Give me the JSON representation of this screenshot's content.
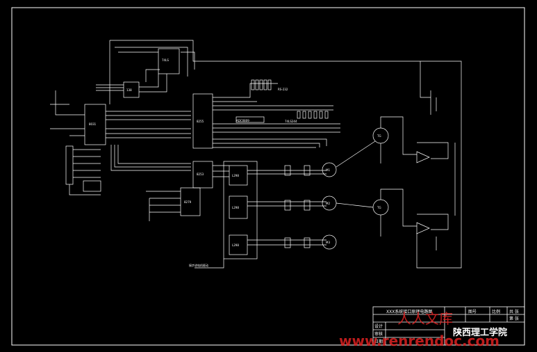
{
  "drawing": {
    "title_block": {
      "drawing_name": "XXX系统接口原理电路图",
      "headers": [
        "图号",
        "比例",
        "共 张",
        "第 张"
      ],
      "roles": [
        "设计",
        "审核",
        "日期"
      ],
      "school": "陕西理工学院"
    },
    "chips": [
      {
        "id": "u-top",
        "label": "74LS"
      },
      {
        "id": "u-mid",
        "label": "138"
      },
      {
        "id": "u-cpu",
        "label": "8031"
      },
      {
        "id": "u-8255",
        "label": "8255"
      },
      {
        "id": "u-8253",
        "label": "8253"
      },
      {
        "id": "u-8279",
        "label": "8279"
      },
      {
        "id": "u-drv1",
        "label": "L298"
      },
      {
        "id": "u-drv2",
        "label": "L298"
      },
      {
        "id": "u-drv3",
        "label": "L298"
      }
    ],
    "motors": [
      "M1",
      "M2",
      "M3"
    ],
    "tachos": [
      "TG",
      "TG"
    ],
    "small_labels": [
      "RS-232",
      "ADC0809",
      "74LS244"
    ],
    "bottom_label": "接步进电机驱动"
  },
  "watermark": {
    "text_cn": "人人文库",
    "url": "www.renrendoc.com"
  }
}
